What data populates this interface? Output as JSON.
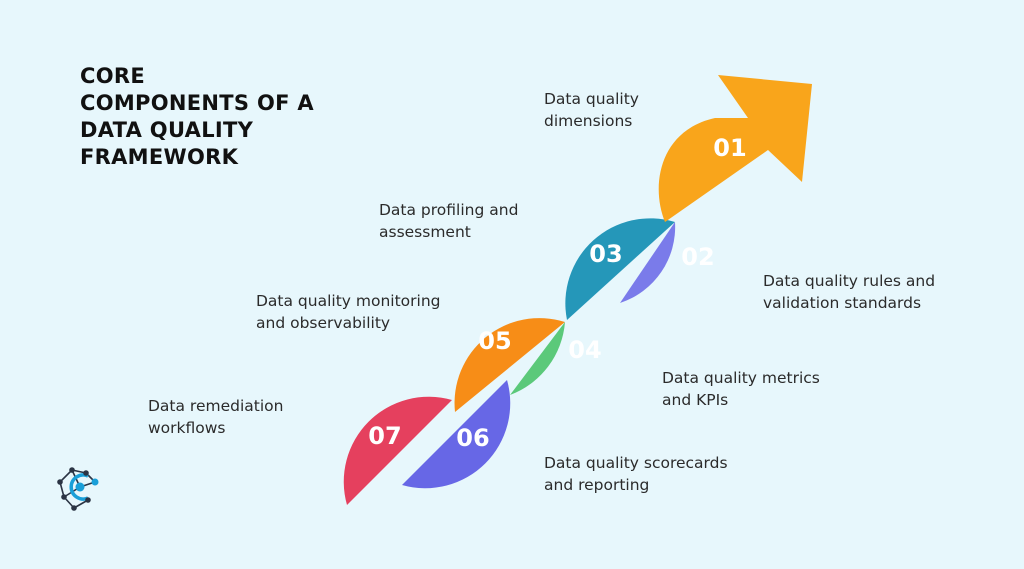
{
  "title": {
    "lines": [
      "CORE",
      "COMPONENTS OF A",
      "DATA QUALITY",
      "FRAMEWORK"
    ]
  },
  "steps": [
    {
      "number": "01",
      "label_lines": [
        "Data quality",
        "dimensions"
      ],
      "color": "#f9a51b"
    },
    {
      "number": "02",
      "label_lines": [
        "Data quality rules and",
        "validation standards"
      ],
      "color": "#7a7bea"
    },
    {
      "number": "03",
      "label_lines": [
        "Data profiling and",
        "assessment"
      ],
      "color": "#2597b9"
    },
    {
      "number": "04",
      "label_lines": [
        "Data quality metrics",
        "and KPIs"
      ],
      "color": "#5bc97a"
    },
    {
      "number": "05",
      "label_lines": [
        "Data quality monitoring",
        "and observability"
      ],
      "color": "#f78d17"
    },
    {
      "number": "06",
      "label_lines": [
        "Data quality scorecards",
        "and reporting"
      ],
      "color": "#6767e6"
    },
    {
      "number": "07",
      "label_lines": [
        "Data remediation",
        "workflows"
      ],
      "color": "#e5405e"
    }
  ],
  "logo": {
    "icon": "network-node-logo",
    "accent": "#1a9fd8",
    "node_color": "#2b3444"
  }
}
